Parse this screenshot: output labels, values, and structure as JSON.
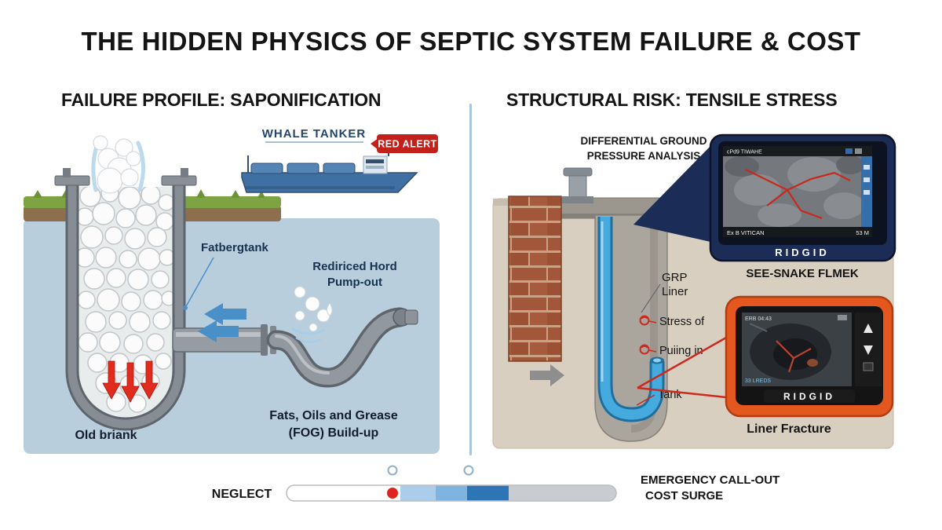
{
  "title": "THE HIDDEN PHYSICS OF SEPTIC SYSTEM FAILURE & COST",
  "left": {
    "heading": "FAILURE PROFILE: SAPONIFICATION",
    "ship_label": "WHALE TANKER",
    "alert": "RED ALERT",
    "fatberg_label": "Fatbergtank",
    "pumpout_line1": "Rediriced Hord",
    "pumpout_line2": "Pump-out",
    "fog_line1": "Fats, Oils and Grease",
    "fog_line2": "(FOG) Build-up",
    "old_label": "Old briank"
  },
  "right": {
    "heading": "STRUCTURAL RISK: TENSILE STRESS",
    "analysis_line1": "DIFFERENTIAL GROUND",
    "analysis_line2": "PRESSURE ANALYSIS",
    "grp_line1": "GRP",
    "grp_line2": "Liner",
    "stress_label": "Stress of",
    "pulling_label": "Puiing in",
    "tank_label": "Tank",
    "device_top": {
      "brand": "RIDGID",
      "caption": "SEE-SNAKE FLMEK",
      "screen_top_left": "cPd9 TIWAHE",
      "screen_bottom_left": "Ex B VITICAN",
      "screen_bottom_right": "53 M"
    },
    "device_bottom": {
      "brand": "RIDGID",
      "caption": "Liner Fracture",
      "screen_top_left": "ERB 04:43",
      "screen_bottom_left": "33 LREDS"
    }
  },
  "slider": {
    "left_label": "NEGLECT",
    "right_line1": "EMERGENCY CALL-OUT",
    "right_line2": "COST SURGE"
  },
  "colors": {
    "accent_red": "#c4201a",
    "panel_blue": "#b9cedd",
    "ground_tan": "#d9cfc0",
    "pipe_blue": "#45aade",
    "device_navy": "#1b2c56",
    "device_orange": "#e4581f",
    "slider_blue_light": "#7fb3e0",
    "slider_blue_dark": "#2e75b6"
  }
}
